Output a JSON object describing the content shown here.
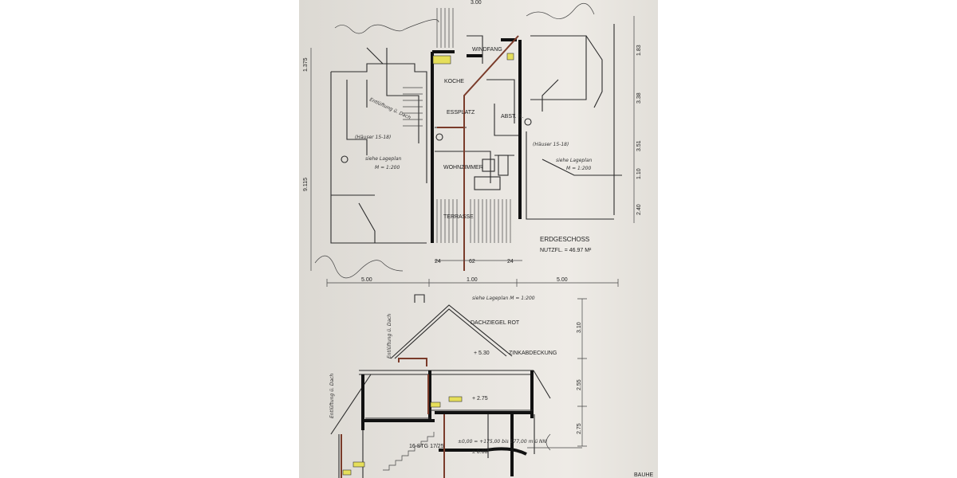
{
  "plan": {
    "rooms": {
      "windfang": "WINDFANG",
      "kueche": "KOCHE",
      "essplatz": "ESSPLATZ",
      "abstellraum": "ABST. R.",
      "wohnzimmer": "WOHNZIMMER",
      "terrasse": "TERRASSE"
    },
    "floor_title": "ERDGESCHOSS",
    "floor_area": "NUTZFL. = 46.97 M²",
    "notes": {
      "houses_left": "(Häuser 15-18)",
      "houses_right": "(Häuser 15-18)",
      "lageplan_left": "siehe Lageplan",
      "scale_left": "M = 1:200",
      "lageplan_right": "siehe Lageplan",
      "scale_right": "M = 1:200",
      "lageplan_main": "siehe Lageplan M = 1:200",
      "vent_note": "Entlüftung ü. Dach"
    },
    "dimensions": {
      "top": "3.00",
      "bottom_left": "5.00",
      "bottom_mid": "1.00",
      "bottom_right": "5.00",
      "small_24a": "24",
      "small_24b": "24",
      "mid_62": "62",
      "right_1": "1.83",
      "right_2": "3.38",
      "right_3": "3.51",
      "right_4": "2.40",
      "right_5": "1.10",
      "left_1": "1.375",
      "left_2": "9.115"
    }
  },
  "section": {
    "roof": "DACHZIEGEL ROT",
    "cap": "ZINKABDECKUNG",
    "level_top": "+ 5.30",
    "level_mid": "+ 2.75",
    "level_ground": "± 0.00",
    "stair": "16 STG 17/25",
    "elevation_note": "±0,00 = +175,00 bis 177,00 m ü NN",
    "dim_1": "3.10",
    "dim_2": "2.55",
    "dim_3": "2.75",
    "vent_left": "Entlüftung ü. Dach",
    "vent_mid": "Entlüftung ü. Dach",
    "cut_text": "BAUHE"
  }
}
